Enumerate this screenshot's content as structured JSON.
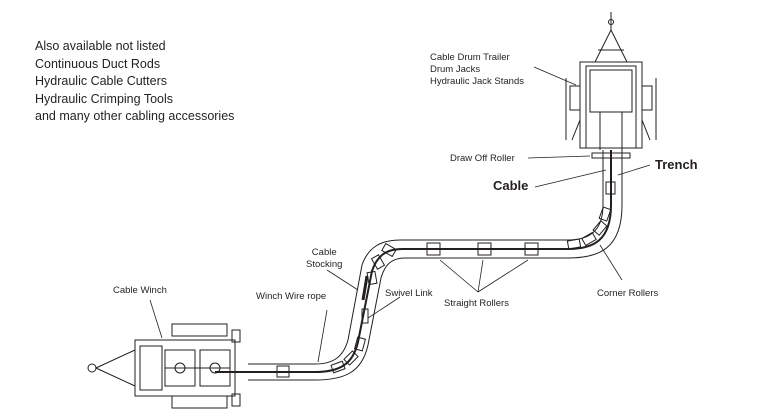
{
  "notes": {
    "lines": [
      "Also available not listed",
      "Continuous Duct Rods",
      "Hydraulic Cable Cutters",
      "Hydraulic Crimping Tools",
      "and many other cabling accessories"
    ]
  },
  "labels": {
    "drum_trailer": [
      "Cable Drum Trailer",
      "Drum Jacks",
      "Hydraulic Jack Stands"
    ],
    "draw_off_roller": "Draw Off Roller",
    "trench": "Trench",
    "cable": "Cable",
    "cable_stocking": [
      "Cable",
      "Stocking"
    ],
    "cable_winch": "Cable Winch",
    "winch_wire_rope": "Winch Wire rope",
    "swivel_link": "Swivel Link",
    "straight_rollers": "Straight Rollers",
    "corner_rollers": "Corner Rollers"
  },
  "colors": {
    "line": "#231f20",
    "background": "#ffffff"
  }
}
